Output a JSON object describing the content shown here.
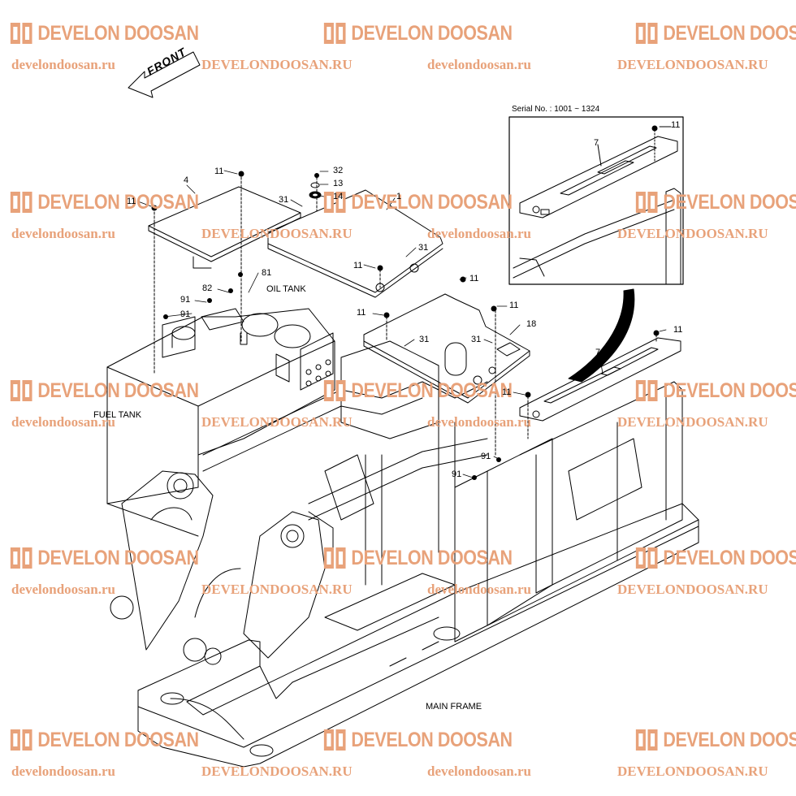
{
  "watermark": {
    "brand_text": "DEVELON DOOSAN",
    "url_lower": "develondoosan.ru",
    "url_upper": "DEVELONDOOSAN.RU",
    "color": "#e8a27a"
  },
  "diagram": {
    "front_arrow": "FRONT",
    "serial_note": "Serial No. : 1001 ~ 1324",
    "labels": {
      "oil_tank": "OIL TANK",
      "fuel_tank": "FUEL TANK",
      "main_frame": "MAIN FRAME"
    },
    "callouts": {
      "c11": "11",
      "c4": "4",
      "c32": "32",
      "c13": "13",
      "c14": "14",
      "c31": "31",
      "c1": "1",
      "c81": "81",
      "c82": "82",
      "c91": "91",
      "c18": "18",
      "c7": "7"
    }
  }
}
